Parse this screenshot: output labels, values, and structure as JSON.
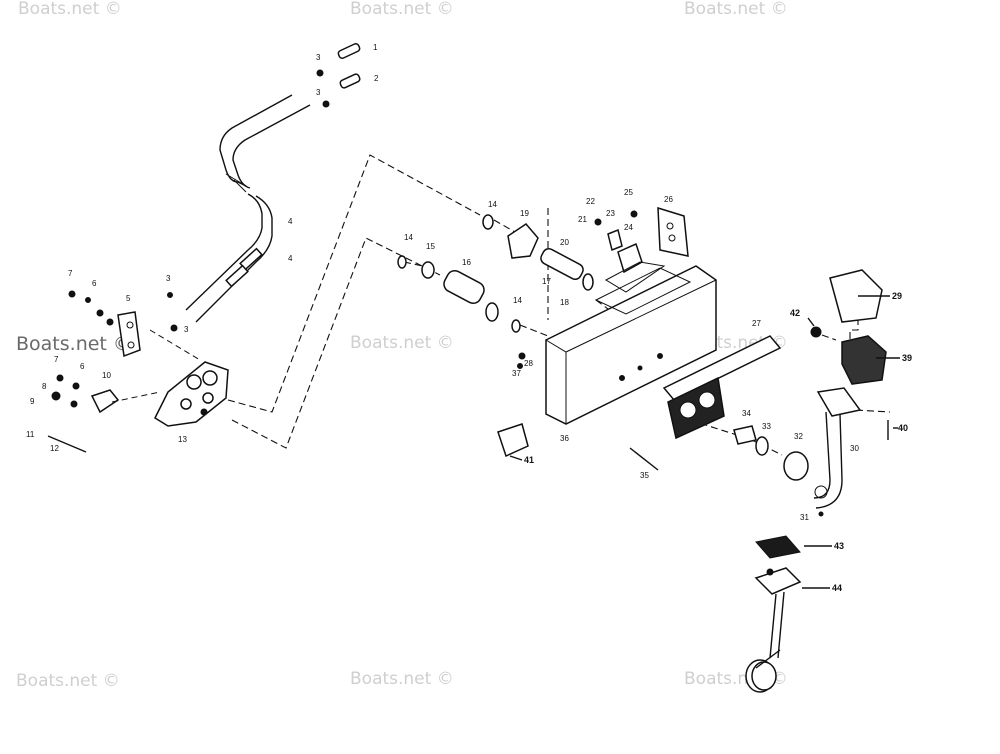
{
  "watermark": "Boats.net ©",
  "callouts": [
    "1",
    "2",
    "3",
    "3",
    "4",
    "4",
    "3",
    "3",
    "5",
    "6",
    "6",
    "7",
    "7",
    "8",
    "9",
    "10",
    "11",
    "12",
    "13",
    "14",
    "14",
    "14",
    "15",
    "16",
    "17",
    "18",
    "19",
    "20",
    "21",
    "22",
    "23",
    "24",
    "25",
    "26",
    "27",
    "28",
    "29",
    "30",
    "31",
    "32",
    "33",
    "34",
    "35",
    "36",
    "37",
    "39",
    "40",
    "41",
    "42",
    "43",
    "44"
  ],
  "colors": {
    "ink": "#111111",
    "watermark": "#cfcfcf",
    "watermark_dark": "#6a6a6a",
    "background": "#ffffff"
  }
}
